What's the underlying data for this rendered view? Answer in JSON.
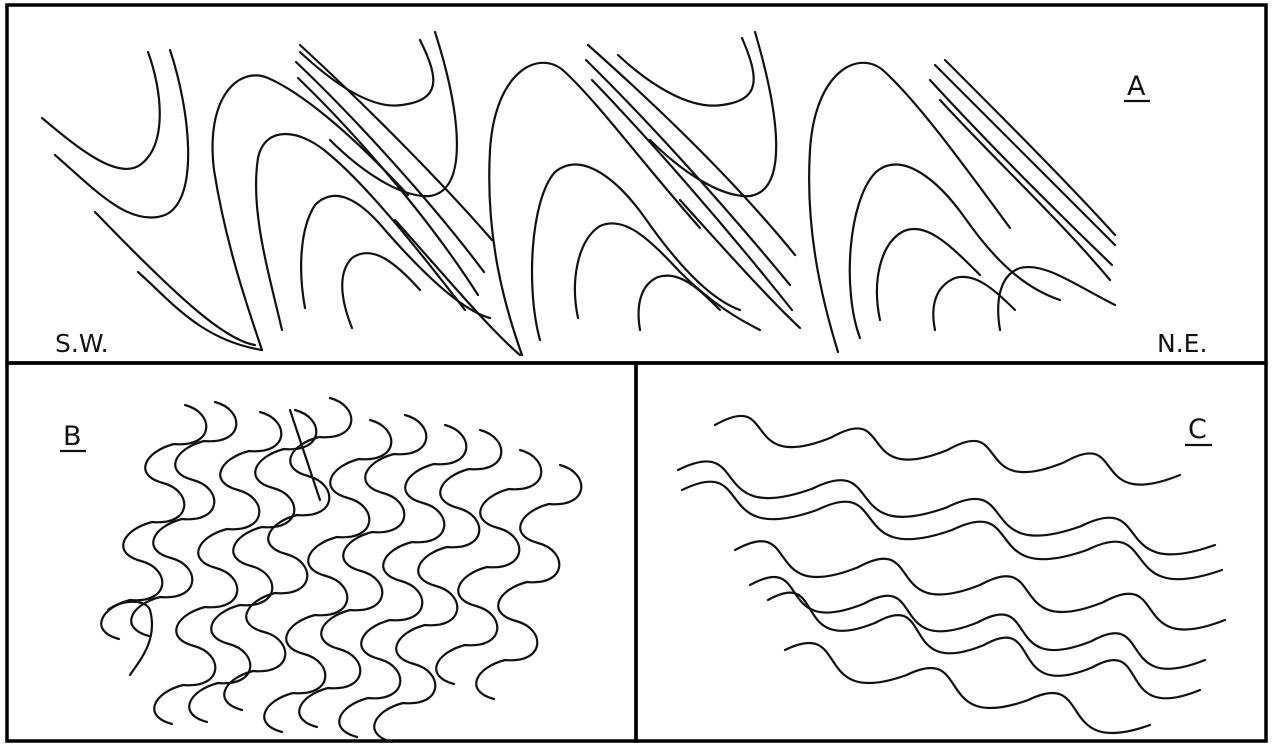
{
  "figure": {
    "panels": [
      {
        "id": "A",
        "label": "A"
      },
      {
        "id": "B",
        "label": "B"
      },
      {
        "id": "C",
        "label": "C"
      }
    ],
    "orientation": {
      "left": "S.W.",
      "right": "N.E."
    },
    "line_color": "#111111",
    "background": "#ffffff"
  }
}
